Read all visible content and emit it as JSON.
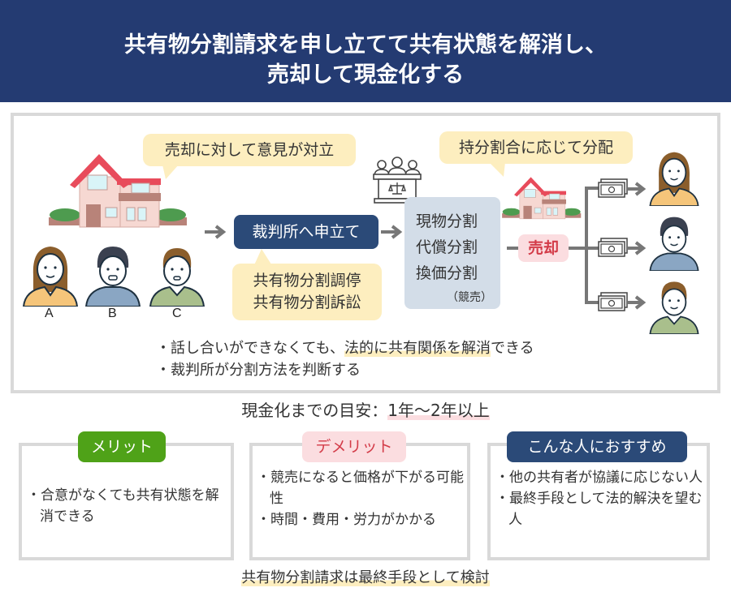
{
  "header": {
    "title_line1": "共有物分割請求を申し立てて共有状態を解消し、",
    "title_line2": "売却して現金化する"
  },
  "diagram": {
    "bubble_conflict": "売却に対して意見が対立",
    "owners": [
      {
        "label": "A",
        "hair": "#8b5e2c",
        "shirt": "#f5c57a"
      },
      {
        "label": "B",
        "hair": "#3b4150",
        "shirt": "#8aa6c3"
      },
      {
        "label": "C",
        "hair": "#8b5e2c",
        "shirt": "#a9bf8c"
      }
    ],
    "court_button": "裁判所へ申立て",
    "procedures": [
      "共有物分割調停",
      "共有物分割訴訟"
    ],
    "methods": [
      "現物分割",
      "代償分割",
      "換価分割"
    ],
    "methods_note": "（競売）",
    "bubble_distribute": "持分割合に応じて分配",
    "sell_label": "売却",
    "recipients": [
      {
        "hair": "#8b5e2c",
        "shirt": "#f5c57a"
      },
      {
        "hair": "#3b4150",
        "shirt": "#8aa6c3"
      },
      {
        "hair": "#8b5e2c",
        "shirt": "#a9bf8c"
      }
    ],
    "bullets": [
      {
        "pre": "・話し合いができなくても、",
        "highlight": "法的に共有関係を解消",
        "post": "できる"
      },
      {
        "pre": "・裁判所が分割方法を判断する",
        "highlight": "",
        "post": ""
      }
    ]
  },
  "timeline": {
    "label": "現金化までの目安：",
    "value": "1年〜2年以上"
  },
  "cards": [
    {
      "tag": "メリット",
      "tag_bg": "#4fa218",
      "tag_color": "#ffffff",
      "items": [
        "・合意がなくても共有状態を解消できる"
      ]
    },
    {
      "tag": "デメリット",
      "tag_bg": "#fbdde0",
      "tag_color": "#d33b48",
      "items": [
        "・競売になると価格が下がる可能性",
        "・時間・費用・労力がかかる"
      ]
    },
    {
      "tag": "こんな人におすすめ",
      "tag_bg": "#2b4a78",
      "tag_color": "#ffffff",
      "items": [
        "・他の共有者が協議に応じない人",
        "・最終手段として法的解決を望む人"
      ]
    }
  ],
  "footer": {
    "text": "共有物分割請求は最終手段として検討"
  },
  "colors": {
    "header_bg": "#243b72",
    "bubble_bg": "#fdeebf",
    "frame_border": "#d9d9d9",
    "arrow": "#777777"
  }
}
